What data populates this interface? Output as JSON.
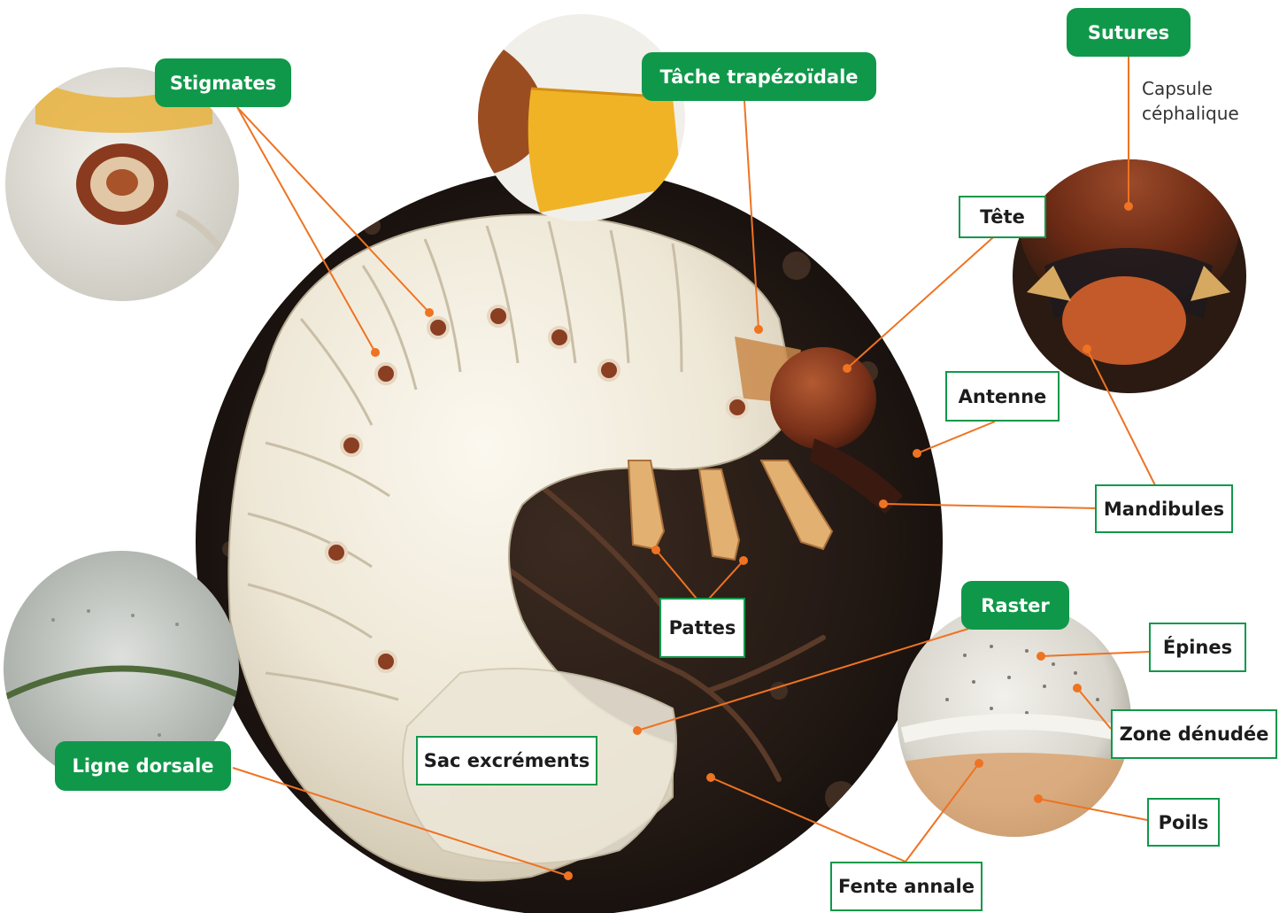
{
  "colors": {
    "accent_green": "#10984a",
    "leader_line": "#ee7322",
    "larva_body": "#f1ebdc",
    "soil": "#241a15"
  },
  "labels": {
    "stigmates": "Stigmates",
    "tache": "Tâche trapézoïdale",
    "sutures": "Sutures",
    "capsule_line1": "Capsule",
    "capsule_line2": "céphalique",
    "tete": "Tête",
    "antenne": "Antenne",
    "mandibules": "Mandibules",
    "pattes": "Pattes",
    "raster": "Raster",
    "epines": "Épines",
    "zone": "Zone dénudée",
    "poils": "Poils",
    "ligne": "Ligne dorsale",
    "sac": "Sac excréments",
    "fente": "Fente annale"
  }
}
